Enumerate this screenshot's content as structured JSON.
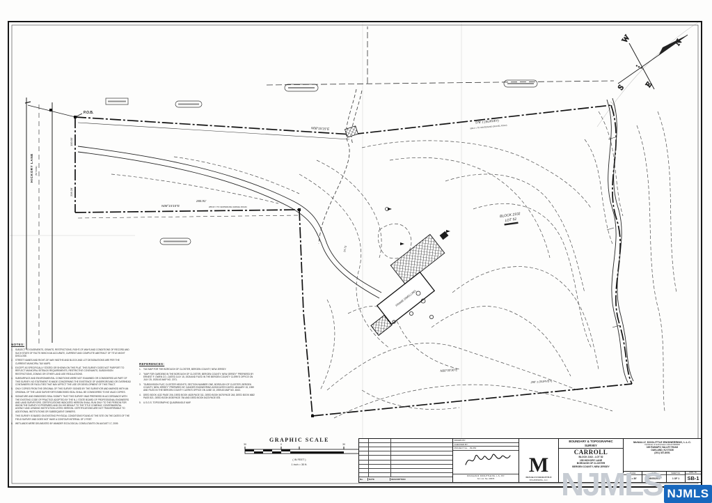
{
  "compass": {
    "n": "N",
    "s": "S",
    "e": "E",
    "w": "W"
  },
  "map": {
    "pob": "P.O.B.",
    "street": "HICKORY LANE",
    "street_width": "(50' WIDE)",
    "bearing_north_line": "N08°15'15\"E",
    "dist_north_line": "578' ± (SURVEY)",
    "note_north_line": "568.4' ± TO CENTERLINE (GRAVEL ROAD)",
    "bearing_west_line": "N08°15'15\"E",
    "dist_west_line": "265.91'",
    "note_west_line": "288.04' ± TO CENTERLINE (GRAVEL ROAD)",
    "bearing_south_line": "N30°33'30\"E",
    "dist_south_line": "290' ± (SURVEY)",
    "dim_frontage_1": "100.00'",
    "dim_frontage_2": "206.28'",
    "dim_side": "24.75'",
    "block_label": "BLOCK 2102",
    "lot_label": "LOT 52",
    "dwelling_label": "FRAME DWELLING"
  },
  "notes": {
    "title": "NOTES:",
    "items": [
      "SUBJECT TO EASEMENTS, GRANTS, RESTRICTIONS, RIGHT-OF-WAYS AND CONDITIONS OF RECORD AND SUCH STATE OF FACTS WHICH AN ACCURATE, CURRENT AND COMPLETE ABSTRACT OF TITLE MIGHT DISCLOSE.",
      "STREET NAMES AND RIGHT-OF-WAY WIDTHS AND BLOCK AND LOT DESIGNATIONS ARE PER THE CURRENT MUNICIPAL TAX MAPS.",
      "EXCEPT AS SPECIFICALLY STATED OR SHOWN ON THIS PLAT, THIS SURVEY DOES NOT PURPORT TO REFLECT MUNICIPAL SETBACK REQUIREMENTS, RESTRICTIVE COVENANTS, SUBDIVISION RESTRICTIONS, ZONING OR OTHER LAND USE REGULATIONS.",
      "SUBSURFACE AND ENVIRONMENTAL CONDITIONS WERE NOT EXAMINED OR CONSIDERED AS PART OF THIS SURVEY. NO STATEMENT IS MADE CONCERNING THE EXISTENCE OF UNDERGROUND OR OVERHEAD CONTAINERS OR FACILITIES THAT MAY AFFECT THE USE OR DEVELOPMENT OF THIS TRACT.",
      "ONLY COPIES FROM THE ORIGINAL OF THIS SURVEY SIGNED BY THE SURVEYOR AND MARKED WITH AN ORIGINAL OF THE LAND SURVEYOR'S EMBOSSED SEAL SHALL BE CONSIDERED TO BE VALID COPIES.",
      "SIGNATURE AND EMBOSSED SEAL SIGNIFY THAT THIS SURVEY WAS PREPARED IN ACCORDANCE WITH THE EXISTING CODE OF PRACTICE ADOPTED BY THE N.J. STATE BOARD OF PROFESSIONAL ENGINEERS AND LAND SURVEYORS. CERTIFICATIONS INDICATED HEREON SHALL RUN ONLY TO THE PERSON FOR WHOM THE SURVEY IS PREPARED AND ON HIS BEHALF TO THE TITLE COMPANY, GOVERNMENTAL AGENCY AND LENDING INSTITUTION LISTED HEREON. CERTIFICATIONS ARE NOT TRANSFERABLE TO ADDITIONAL INSTITUTIONS OR SUBSEQUENT OWNERS.",
      "THIS SURVEY IS BASED ON EXISTING PHYSICAL CONDITIONS FOUND AT THE SITE ON THE DATES OF THE FIELD SURVEY AND DOES NOT HAVE A CONTOUR INTERVAL OF 2 FEET.",
      "WETLANDS WERE DELINEATED BY WANDER ECOLOGICAL CONSULTANTS ON AUGUST 17, 2009."
    ]
  },
  "references": {
    "title": "REFERENCES:",
    "items": [
      "TAX MAP FOR THE BOROUGH OF CLOSTER, BERGEN COUNTY, NEW JERSEY.",
      "\"MAP FOR GARDENS IN THE BOROUGH OF CLOSTER, BERGEN COUNTY, NEW JERSEY\" PREPARED BY ERNEST F. OWEN CO., DATED JULY 15, 1928 AND FILED IN THE BERGEN COUNTY CLERK'S OFFICE ON JULY 25, 1928 AS MAP NO. 2071.",
      "\"SUBDIVISION PLAT, CLOSTER HEIGHTS, SECTION NUMBER ONE, BOROUGH OF CLOSTER, BERGEN COUNTY, NEW JERSEY\" PREPARED BY CANGER ENGINEERING ASSOCIATES DATED JANUARY 15, 1959 AND FILED IN THE BERGEN COUNTY CLERK'S OFFICE ON JUNE 15, 1959 AS MAP NO. 4843.",
      "DEED BOOK 4132 PAGE 206, DEED BOOK 4628 PAGE 311, DEED BOOK 5678 PAGE 248, DEED BOOK 6682 PAGE 821, DEED BOOK 8038 PAGE 784 AND DEED BOOK 8423 PAGE 878.",
      "U.S.G.S. TOPOGRAPHIC QUADRANGLE MAP."
    ]
  },
  "scalebar": {
    "title": "GRAPHIC SCALE",
    "in_feet": "( IN FEET )",
    "ratio": "1 inch = 30  ft.",
    "ticks": [
      "30",
      "0",
      "30",
      "60",
      "120"
    ]
  },
  "titleblock": {
    "revisions": {
      "no": "No.",
      "date": "DATE",
      "desc": "DESCRIPTION"
    },
    "admin": {
      "drawn": "DRAWN BY:",
      "checked": "CHECKED BY:",
      "project": "PROJECT No.:",
      "project_value": "09-063",
      "signer": "DOUGLAS R. DOOLITTLE P.E., L.S., P.P.",
      "license": "N.J. Lic. No. 24570"
    },
    "logo": {
      "monogram": "M",
      "firm1": "McNALLY DOOLITTLE",
      "firm2": "ENGINEERING, LLC"
    },
    "project": {
      "title1": "BOUNDARY & TOPOGRAPHIC",
      "title2": "SURVEY",
      "client": "CARROLL",
      "line1": "BLOCK 2102 - LOT 52",
      "line2": "155 HICKORY LANE",
      "line3": "BOROUGH OF CLOSTER",
      "line4": "BERGEN COUNTY, NEW JERSEY"
    },
    "firm": {
      "name": "McNALLY, DOOLITTLE ENGINEERING, L.L.C.",
      "cert": "Certificate of Authorization 24GA27908300",
      "addr1": "169 RAMAPO VALLEY ROAD",
      "addr2": "OAKLAND, NJ 07436",
      "phone": "(201) 337-8051"
    },
    "meta": {
      "scale_label": "SCALE",
      "scale": "1\" = 30'",
      "date_label": "DATE",
      "date": "08/05/2009",
      "sheet_label": "SHEET No.",
      "sheet": "1 OF 1",
      "dwg_label": "DWG. No.",
      "dwg": "SB-1"
    }
  },
  "watermark": {
    "large": "NJMLS",
    "badge": "NJMLS"
  }
}
